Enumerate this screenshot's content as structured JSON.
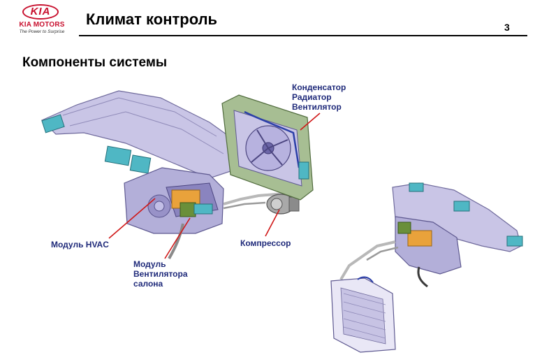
{
  "logo": {
    "brand": "KIA",
    "motors": "KIA MOTORS",
    "tagline": "The Power to Surprise"
  },
  "header": {
    "title": "Климат контроль",
    "page_number": "3"
  },
  "subtitle": "Компоненты системы",
  "labels": {
    "condenser": [
      "Конденсатор",
      "Радиатор",
      "Вентилятор"
    ],
    "hvac": "Модуль HVAC",
    "blower": [
      "Модуль",
      "Вентилятора",
      "салона"
    ],
    "compressor": "Компрессор"
  },
  "colors": {
    "brand_red": "#c8102e",
    "label_blue": "#1f2a7a",
    "pointer_red": "#d01818"
  }
}
